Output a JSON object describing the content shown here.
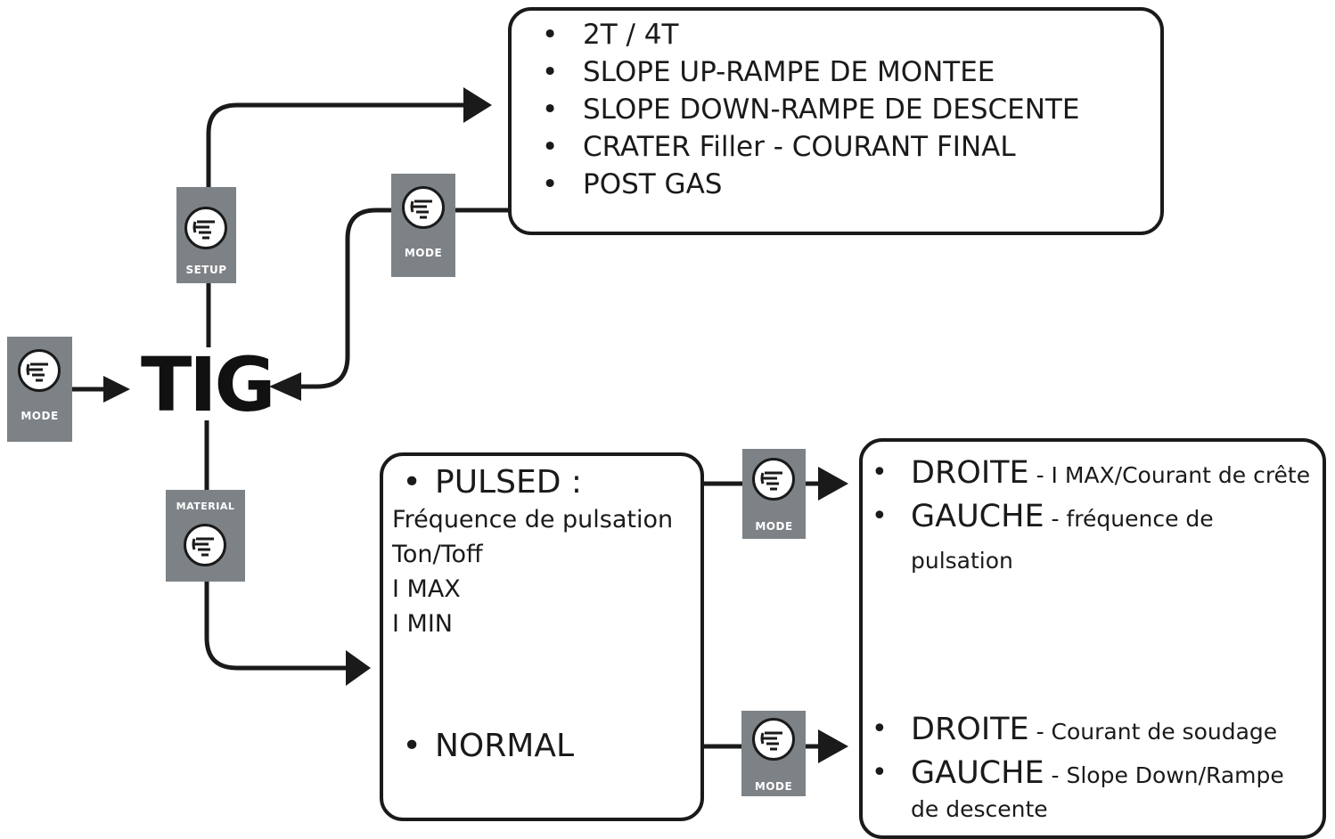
{
  "center_label": "TIG",
  "buttons": {
    "left_mode": "MODE",
    "setup": "SETUP",
    "upper_mode": "MODE",
    "material": "MATERIAL",
    "pulsed_mode": "MODE",
    "normal_mode": "MODE"
  },
  "setup_box": {
    "items": [
      "2T / 4T",
      "SLOPE UP-RAMPE DE MONTEE",
      "SLOPE DOWN-RAMPE DE DESCENTE",
      "CRATER Filler - COURANT FINAL",
      "POST GAS"
    ]
  },
  "material_box": {
    "pulsed_label": "PULSED :",
    "pulsed_params": [
      "Fréquence de pulsation",
      "Ton/Toff",
      "I MAX",
      "I MIN"
    ],
    "normal_label": "NORMAL"
  },
  "pulsed_result": {
    "right_key": "DROITE",
    "right_desc": " - I MAX/Courant de crête",
    "left_key": "GAUCHE",
    "left_desc": " - fréquence de",
    "left_desc_cont": "pulsation"
  },
  "normal_result": {
    "right_key": "DROITE",
    "right_desc": " - Courant de soudage",
    "left_key": "GAUCHE",
    "left_desc": " - Slope Down/Rampe",
    "left_desc_cont": "de descente"
  },
  "colors": {
    "line": "#1a1a1a",
    "button_bg": "#7d8286",
    "background": "#ffffff"
  }
}
